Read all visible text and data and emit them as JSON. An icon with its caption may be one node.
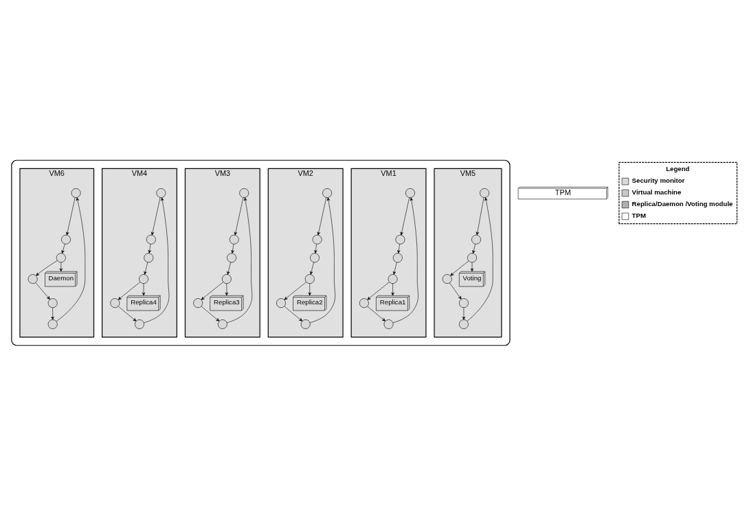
{
  "diagram": {
    "nodes": [
      {
        "text": [],
        "shape": "box"
      },
      {
        "text": [
          "VM5"
        ],
        "in": 0
      },
      {
        "text": [],
        "shape": "circle",
        "in": 1
      },
      {
        "text": [],
        "shape": "circle",
        "in": 1
      },
      {
        "text": [],
        "shape": "circle",
        "in": 1
      },
      {
        "text": [],
        "shape": "circle",
        "in": 1
      },
      {
        "text": [],
        "shape": "circle",
        "in": 1
      },
      {
        "text": [],
        "shape": "circle",
        "in": 1
      },
      {
        "text": [
          "Voting"
        ],
        "in": 1
      },
      {
        "text": [
          "VM1"
        ],
        "in": 0
      },
      {
        "text": [],
        "shape": "circle",
        "in": 9
      },
      {
        "text": [],
        "shape": "circle",
        "in": 9
      },
      {
        "text": [],
        "shape": "circle",
        "in": 9
      },
      {
        "text": [],
        "shape": "circle",
        "in": 9
      },
      {
        "text": [],
        "shape": "circle",
        "in": 9
      },
      {
        "text": [],
        "shape": "circle",
        "in": 9
      },
      {
        "text": [
          "Replica1"
        ],
        "in": 9
      },
      {
        "text": [
          "VM2"
        ],
        "in": 0
      },
      {
        "text": [],
        "shape": "circle",
        "in": 17
      },
      {
        "text": [],
        "shape": "circle",
        "in": 17
      },
      {
        "text": [],
        "shape": "circle",
        "in": 17
      },
      {
        "text": [],
        "shape": "circle",
        "in": 17
      },
      {
        "text": [],
        "shape": "circle",
        "in": 17
      },
      {
        "text": [],
        "shape": "circle",
        "in": 17
      },
      {
        "text": [
          "Replica2"
        ],
        "in": 17
      },
      {
        "text": [
          "VM3"
        ],
        "in": 0
      },
      {
        "text": [],
        "shape": "circle",
        "in": 25
      },
      {
        "text": [],
        "shape": "circle",
        "in": 25
      },
      {
        "text": [],
        "shape": "circle",
        "in": 25
      },
      {
        "text": [],
        "shape": "circle",
        "in": 25
      },
      {
        "text": [],
        "shape": "circle",
        "in": 25
      },
      {
        "text": [],
        "shape": "circle",
        "in": 25
      },
      {
        "text": [
          "Replica3"
        ],
        "in": 25
      },
      {
        "text": [
          "VM4"
        ],
        "in": 0
      },
      {
        "text": [],
        "shape": "circle",
        "in": 33
      },
      {
        "text": [],
        "shape": "circle",
        "in": 33
      },
      {
        "text": [],
        "shape": "circle",
        "in": 33
      },
      {
        "text": [],
        "shape": "circle",
        "in": 33
      },
      {
        "text": [],
        "shape": "circle",
        "in": 33
      },
      {
        "text": [],
        "shape": "circle",
        "in": 33
      },
      {
        "text": [
          "Replica4"
        ],
        "in": 33
      },
      {
        "text": [
          "VM6"
        ],
        "in": 0
      },
      {
        "text": [],
        "shape": "circle",
        "in": 41
      },
      {
        "text": [],
        "shape": "circle",
        "in": 41
      },
      {
        "text": [],
        "shape": "circle",
        "in": 41
      },
      {
        "text": [],
        "shape": "circle",
        "in": 41
      },
      {
        "text": [],
        "shape": "circle",
        "in": 41
      },
      {
        "text": [],
        "shape": "circle",
        "in": 41
      },
      {
        "text": [
          "Daemon"
        ],
        "in": 41
      },
      {
        "text": [
          "TPM"
        ]
      }
    ],
    "edges": [
      {
        "from": 2,
        "to": 3,
        "arrow": "to"
      },
      {
        "from": 3,
        "to": 4,
        "arrow": "to"
      },
      {
        "from": 4,
        "to": 5,
        "arrow": "to"
      },
      {
        "from": 5,
        "to": 6,
        "arrow": "to"
      },
      {
        "from": 6,
        "to": 7,
        "arrow": "to"
      },
      {
        "from": 7,
        "to": 2,
        "arrow": "to"
      },
      {
        "from": 4,
        "to": 8,
        "arrow": "to"
      },
      {
        "from": 10,
        "to": 11,
        "arrow": "to"
      },
      {
        "from": 11,
        "to": 12,
        "arrow": "to"
      },
      {
        "from": 12,
        "to": 13,
        "arrow": "to"
      },
      {
        "from": 13,
        "to": 14,
        "arrow": "to"
      },
      {
        "from": 14,
        "to": 15,
        "arrow": "to"
      },
      {
        "from": 15,
        "to": 10,
        "arrow": "to"
      },
      {
        "from": 13,
        "to": 16,
        "arrow": "to"
      },
      {
        "from": 18,
        "to": 19,
        "arrow": "to"
      },
      {
        "from": 19,
        "to": 20,
        "arrow": "to"
      },
      {
        "from": 20,
        "to": 21,
        "arrow": "to"
      },
      {
        "from": 21,
        "to": 22,
        "arrow": "to"
      },
      {
        "from": 22,
        "to": 23,
        "arrow": "to"
      },
      {
        "from": 23,
        "to": 18,
        "arrow": "to"
      },
      {
        "from": 21,
        "to": 24,
        "arrow": "to"
      },
      {
        "from": 26,
        "to": 27,
        "arrow": "to"
      },
      {
        "from": 27,
        "to": 28,
        "arrow": "to"
      },
      {
        "from": 28,
        "to": 29,
        "arrow": "to"
      },
      {
        "from": 29,
        "to": 30,
        "arrow": "to"
      },
      {
        "from": 30,
        "to": 31,
        "arrow": "to"
      },
      {
        "from": 31,
        "to": 26,
        "arrow": "to"
      },
      {
        "from": 29,
        "to": 32,
        "arrow": "to"
      },
      {
        "from": 34,
        "to": 35,
        "arrow": "to"
      },
      {
        "from": 35,
        "to": 36,
        "arrow": "to"
      },
      {
        "from": 36,
        "to": 37,
        "arrow": "to"
      },
      {
        "from": 37,
        "to": 38,
        "arrow": "to"
      },
      {
        "from": 38,
        "to": 39,
        "arrow": "to"
      },
      {
        "from": 39,
        "to": 34,
        "arrow": "to"
      },
      {
        "from": 37,
        "to": 40,
        "arrow": "to"
      },
      {
        "from": 42,
        "to": 43,
        "arrow": "to"
      },
      {
        "from": 43,
        "to": 44,
        "arrow": "to"
      },
      {
        "from": 44,
        "to": 45,
        "arrow": "to"
      },
      {
        "from": 45,
        "to": 46,
        "arrow": "to"
      },
      {
        "from": 46,
        "to": 47,
        "arrow": "to"
      },
      {
        "from": 47,
        "to": 42,
        "arrow": "to"
      },
      {
        "from": 44,
        "to": 48,
        "arrow": "to"
      }
    ],
    "labels": [
      "Legend"
    ],
    "legend": [
      {
        "text": "Security monitor"
      },
      {
        "text": "Virtual machine"
      },
      {
        "text": "Replica/Daemon /Voting module"
      },
      {
        "text": "TPM"
      }
    ]
  }
}
